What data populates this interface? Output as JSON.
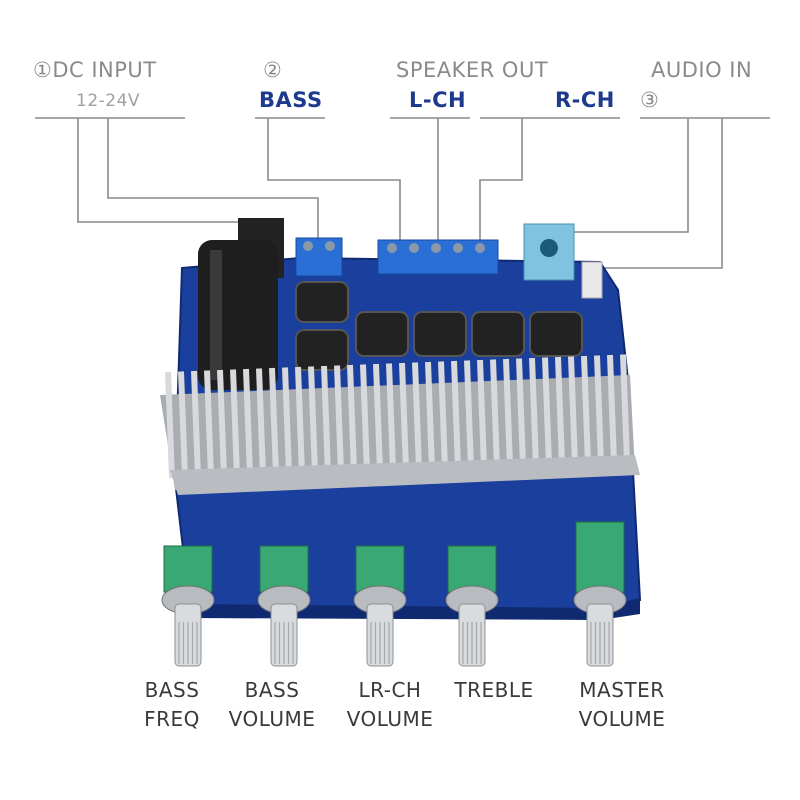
{
  "top_labels": {
    "dc_input": "①DC INPUT",
    "dc_voltage": "12-24V",
    "bass_num": "②",
    "bass": "BASS",
    "speaker_out": "SPEAKER OUT",
    "lch": "L-CH",
    "rch": "R-CH",
    "audio_in": "AUDIO IN",
    "audio_num": "③"
  },
  "knob_labels": [
    {
      "line1": "BASS",
      "line2": "FREQ"
    },
    {
      "line1": "BASS",
      "line2": "VOLUME"
    },
    {
      "line1": "LR-CH",
      "line2": "VOLUME"
    },
    {
      "line1": "TREBLE",
      "line2": ""
    },
    {
      "line1": "MASTER",
      "line2": "VOLUME"
    }
  ],
  "colors": {
    "pcb": "#1a3f9c",
    "terminal": "#2a6fd6",
    "heatsink": "#c9ccd0",
    "pot_green": "#3aa874",
    "accent_blue": "#1d3a8c",
    "line_gray": "#8a8a8a"
  }
}
